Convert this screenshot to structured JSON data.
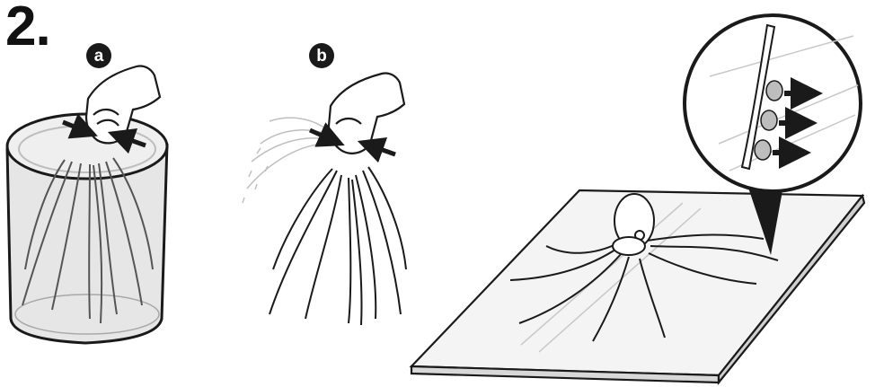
{
  "step": {
    "number": "2."
  },
  "substeps": [
    {
      "label": "a"
    },
    {
      "label": "b"
    }
  ],
  "colors": {
    "ink": "#1a1a1a",
    "glass": "#d9d9d9",
    "water_spray": "#bfbfbf"
  },
  "icons": [
    "hand-icon",
    "arrow-icon",
    "octopus-icon",
    "magnifier-callout-icon",
    "jar-icon",
    "water-spray-icon"
  ]
}
